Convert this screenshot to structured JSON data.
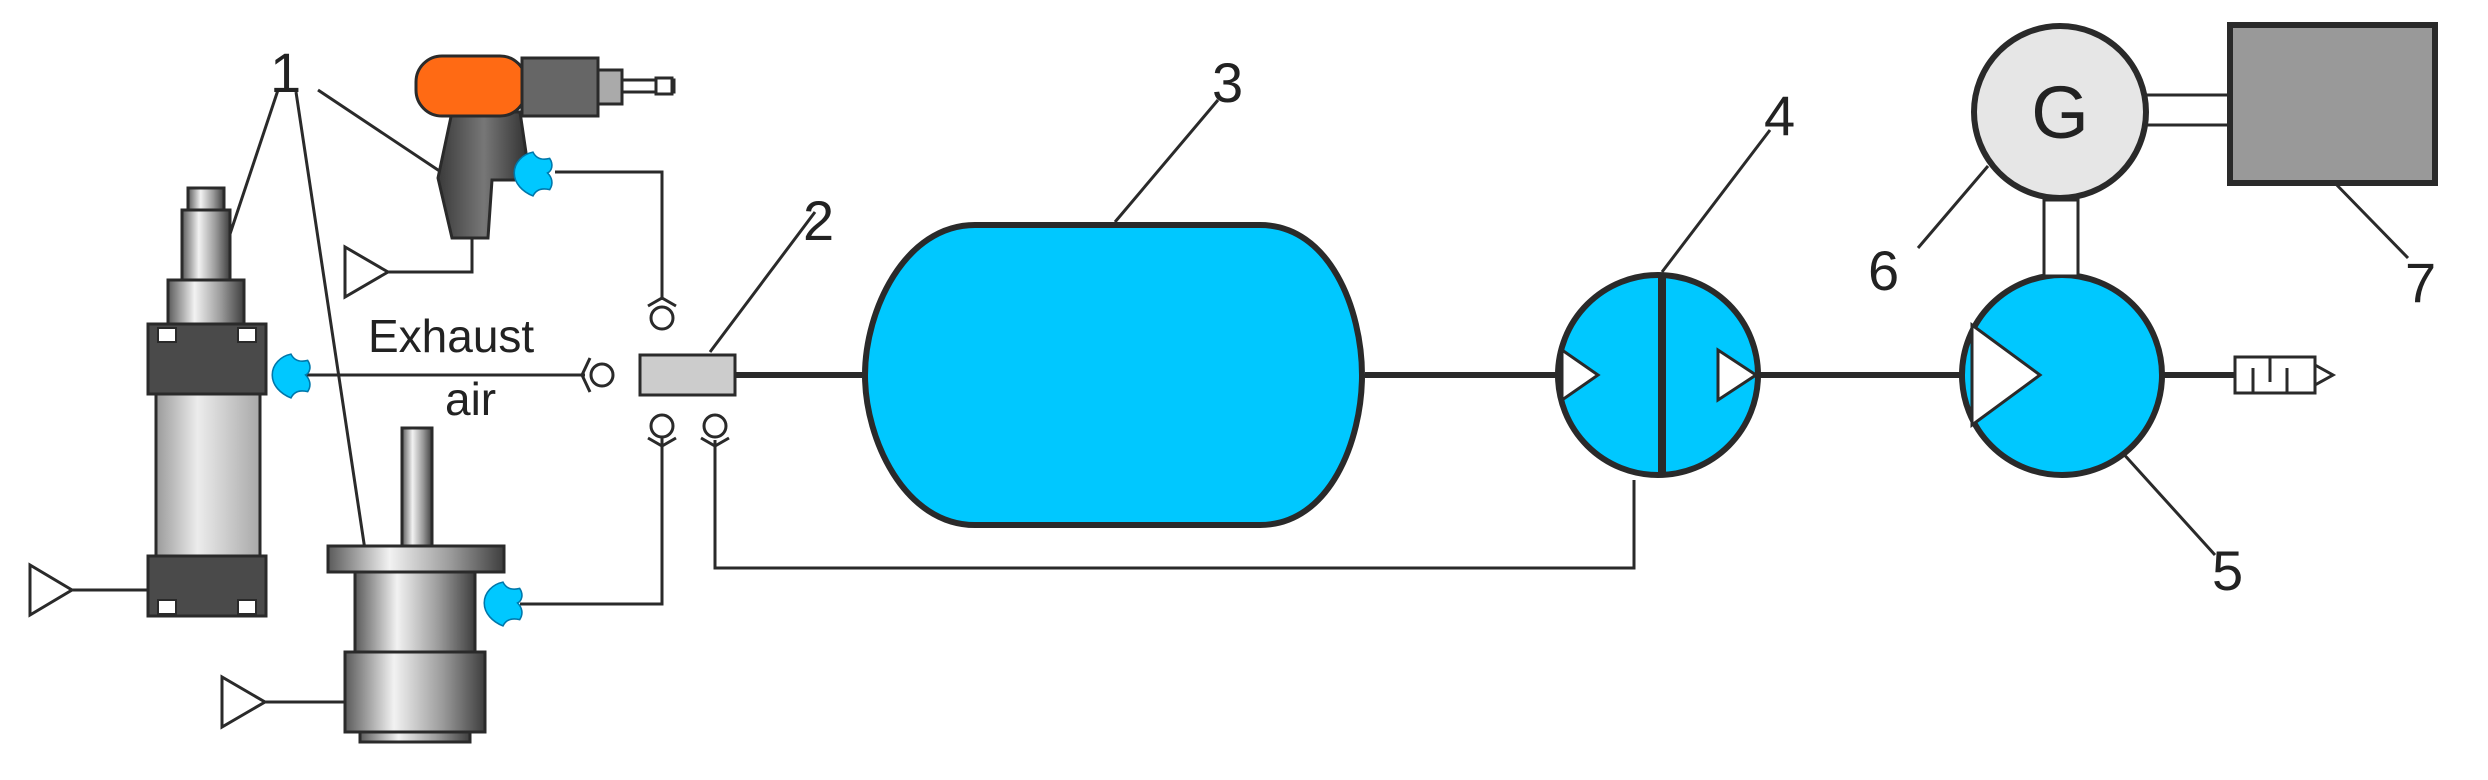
{
  "labels": {
    "tools": "1",
    "distributor": "2",
    "receiver_tank": "3",
    "expander": "4",
    "compressor": "5",
    "generator": "6",
    "motor": "7"
  },
  "annotation": {
    "exhaust_line1": "Exhaust",
    "exhaust_line2": "air"
  },
  "generator_symbol": "G",
  "colors": {
    "fluid": "#00C8FF",
    "tool_orange": "#FF6A14",
    "line": "#2a2a2a",
    "motor_body": "#999999"
  },
  "icons": [
    "air-pressure-drop-icon",
    "check-valve-icon",
    "exhaust-muffler-icon",
    "air-supply-triangle-icon"
  ]
}
